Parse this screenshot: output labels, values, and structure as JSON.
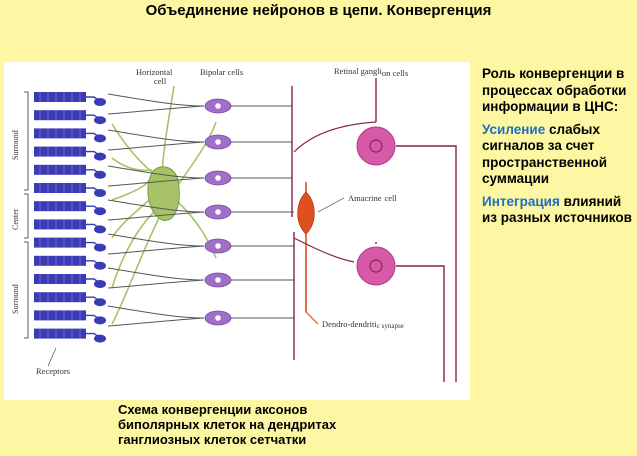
{
  "title": "Объединение нейронов в цепи. Конвергенция",
  "diagram": {
    "labels": {
      "horizontal_cell_line1": "Horizontal",
      "horizontal_cell_line2": "cell",
      "bipolar_cells": "Bipolar cells",
      "retinal_ganglion_part1": "Retinal gangli",
      "retinal_ganglion_part2": "on cells",
      "amacrine_part1": "Amacrine",
      "amacrine_part2": "cell",
      "dendro_part1": "Dendro-dendriti",
      "dendro_part2": "c synapse",
      "receptors": "Receptors",
      "surround_top": "Surround",
      "center": "Center",
      "surround_bottom": "Surround"
    },
    "colors": {
      "receptor": "#3b3bb5",
      "bipolar": "#a06ec8",
      "horizontal": "#a8c26a",
      "amacrine": "#e0501e",
      "ganglion": "#d65aa8",
      "axon": "#8a1f4f"
    }
  },
  "side": {
    "heading": "Роль конвергенции в процессах обработки информации в ЦНС:",
    "item1_highlight": "Усиление",
    "item1_text": " слабых сигналов за счет пространственной суммации",
    "item2_highlight": "Интеграция",
    "item2_text": " влияний из разных источников"
  },
  "caption": {
    "line1": "Схема конвергенции аксонов",
    "line2": "биполярных клеток на дендритах",
    "line3": "ганглиозных клеток сетчатки"
  }
}
